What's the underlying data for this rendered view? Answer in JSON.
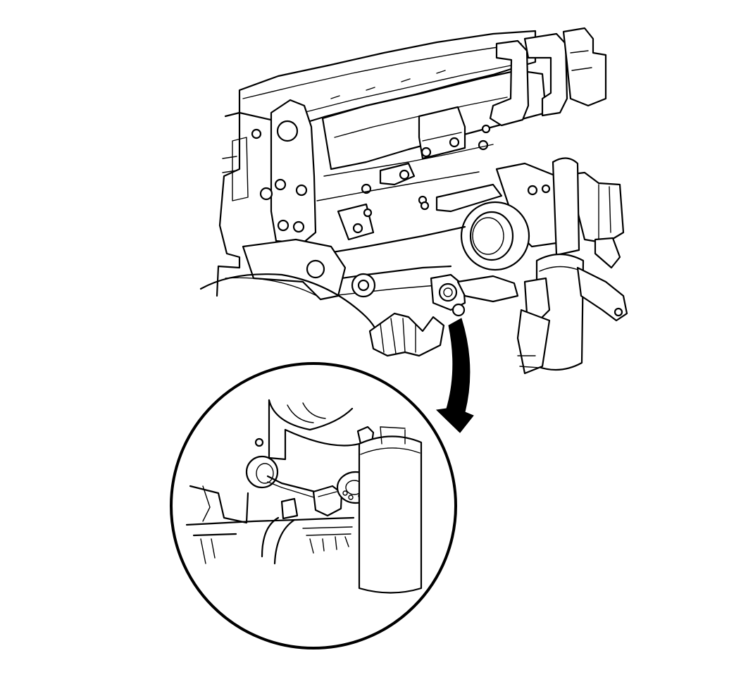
{
  "figure": {
    "type": "line-art-illustration",
    "subject": "engine-side-view-with-magnified-detail-inset",
    "ink": "#000000",
    "paper": "#ffffff",
    "callout": "arrow-pointing-into-detail-circle"
  }
}
